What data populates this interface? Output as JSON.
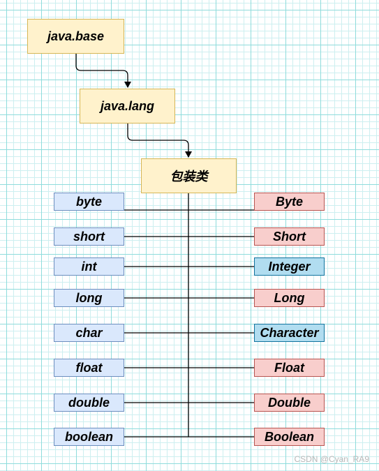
{
  "top_nodes": [
    "java.base",
    "java.lang",
    "包装类"
  ],
  "primitives": [
    "byte",
    "short",
    "int",
    "long",
    "char",
    "float",
    "double",
    "boolean"
  ],
  "wrappers": [
    "Byte",
    "Short",
    "Integer",
    "Long",
    "Character",
    "Float",
    "Double",
    "Boolean"
  ],
  "wrapper_highlighted": [
    false,
    false,
    true,
    false,
    true,
    false,
    false,
    false
  ],
  "watermark": "CSDN @Cyan_RA9"
}
